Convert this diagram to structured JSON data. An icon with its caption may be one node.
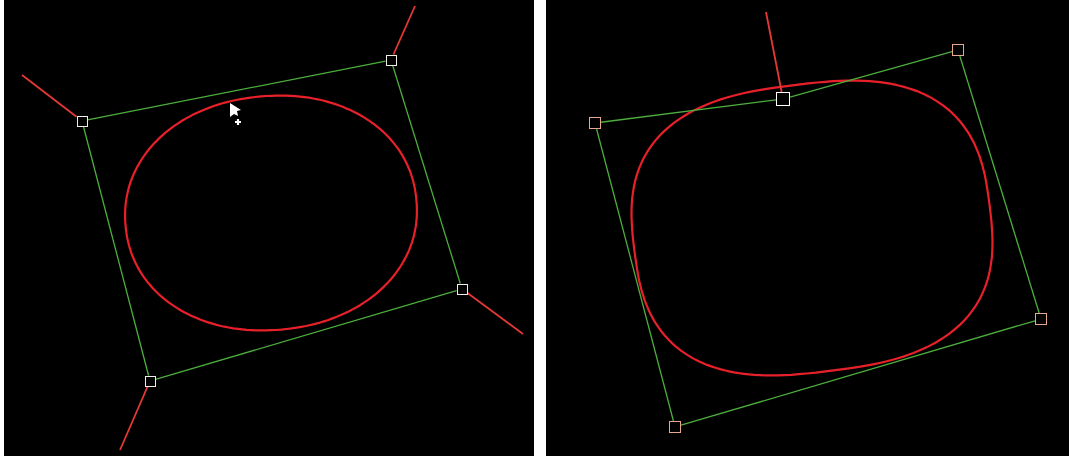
{
  "diagram": {
    "nodes": [
      {
        "text": [],
        "shape": "box"
      },
      {
        "text": [],
        "shape": "box"
      },
      {
        "text": [],
        "shape": "box"
      },
      {
        "text": [],
        "shape": "box"
      },
      {
        "text": [],
        "shape": "box"
      },
      {
        "text": [],
        "shape": "box"
      },
      {
        "text": [],
        "shape": "box"
      },
      {
        "text": [],
        "shape": "box"
      },
      {
        "text": [],
        "shape": "box"
      }
    ],
    "edges": [
      {
        "from": 0,
        "to": 1,
        "arrow": "none"
      },
      {
        "from": 1,
        "to": 2,
        "arrow": "none"
      },
      {
        "from": 2,
        "to": 3,
        "arrow": "none"
      },
      {
        "from": 3,
        "to": 0,
        "arrow": "none"
      },
      {
        "from": 0,
        "to": null,
        "arrow": "none",
        "color": "#e53935"
      },
      {
        "from": 1,
        "to": null,
        "arrow": "none",
        "color": "#e53935"
      },
      {
        "from": 2,
        "to": null,
        "arrow": "none",
        "color": "#e53935"
      },
      {
        "from": 3,
        "to": null,
        "arrow": "none",
        "color": "#e53935"
      },
      {
        "from": 4,
        "to": 5,
        "arrow": "none"
      },
      {
        "from": 5,
        "to": 6,
        "arrow": "none"
      },
      {
        "from": 6,
        "to": 7,
        "arrow": "none"
      },
      {
        "from": 7,
        "to": 8,
        "arrow": "none"
      },
      {
        "from": 8,
        "to": 4,
        "arrow": "none"
      },
      {
        "from": 5,
        "to": null,
        "arrow": "none",
        "color": "#e53935"
      }
    ]
  }
}
